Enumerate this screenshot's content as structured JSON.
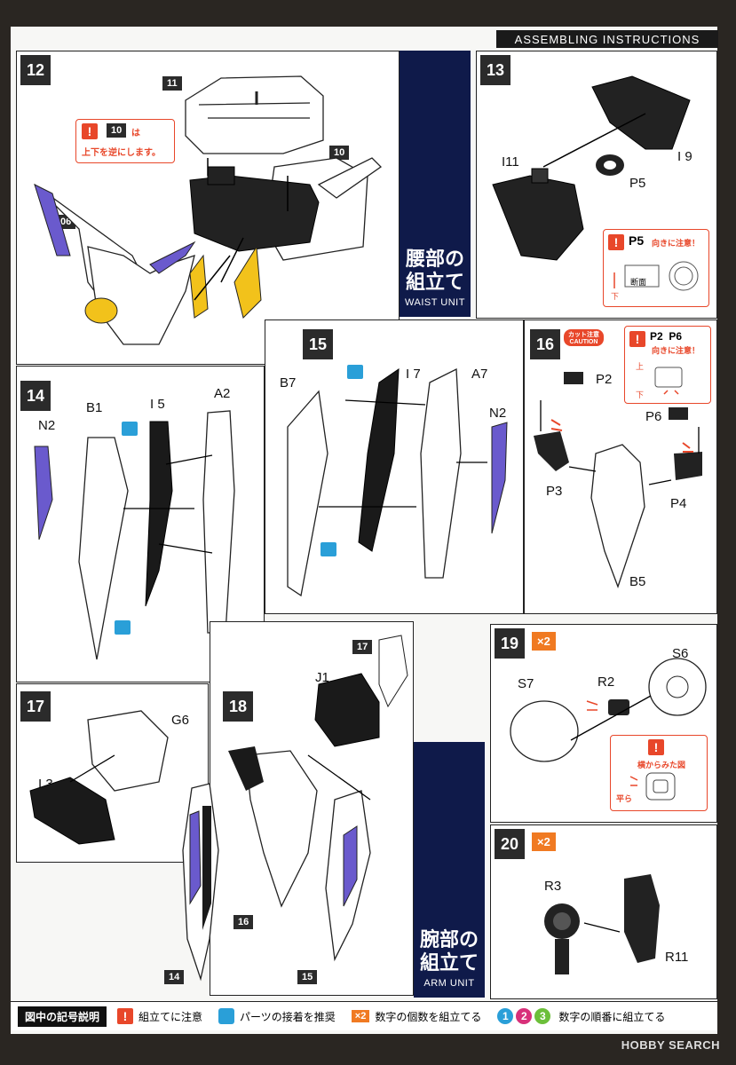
{
  "header": "ASSEMBLING INSTRUCTIONS",
  "steps": {
    "s12": {
      "num": "12",
      "parts": {
        "p11": "11",
        "p10": "10",
        "p06": "06"
      },
      "note_num": "10",
      "note_suffix": "は",
      "note_text": "上下を逆にします。"
    },
    "s13": {
      "num": "13",
      "labels": {
        "i11": "I11",
        "i9": "I 9",
        "p5": "P5"
      },
      "caution_part": "P5",
      "caution_text": "向きに注意！",
      "cut_label": "断面",
      "dir_down": "下"
    },
    "s14": {
      "num": "14",
      "labels": {
        "n2": "N2",
        "b1": "B1",
        "i5": "I 5",
        "a2": "A2"
      }
    },
    "s15": {
      "num": "15",
      "labels": {
        "b7": "B7",
        "i7": "I 7",
        "a7": "A7",
        "n2": "N2"
      }
    },
    "s16": {
      "num": "16",
      "cut_caution_jp": "カット注意",
      "cut_caution_en": "CAUTION",
      "caution_parts": "P2  P6",
      "caution_text": "向きに注意！",
      "up": "上",
      "down": "下",
      "labels": {
        "p2": "P2",
        "p6": "P6",
        "p3": "P3",
        "p4": "P4",
        "b5": "B5"
      }
    },
    "s17": {
      "num": "17",
      "labels": {
        "i3": "I 3",
        "g6": "G6"
      }
    },
    "s18": {
      "num": "18",
      "labels": {
        "j1": "J1"
      },
      "parts": {
        "p17": "17",
        "p16": "16",
        "p14": "14",
        "p15": "15"
      }
    },
    "s19": {
      "num": "19",
      "multiplier": "×2",
      "labels": {
        "s7": "S7",
        "r2": "R2",
        "s6": "S6"
      },
      "note_text": "横からみた図",
      "flat": "平ら"
    },
    "s20": {
      "num": "20",
      "multiplier": "×2",
      "labels": {
        "r3": "R3",
        "r11": "R11"
      }
    }
  },
  "sidebars": {
    "waist": {
      "jp_line1": "腰部の",
      "jp_line2": "組立て",
      "en": "WAIST UNIT"
    },
    "arm": {
      "jp_line1": "腕部の",
      "jp_line2": "組立て",
      "en": "ARM UNIT"
    }
  },
  "legend": {
    "title": "図中の記号説明",
    "caution": "組立てに注意",
    "glue": "パーツの接着を推奨",
    "multiplier_icon": "×2",
    "multiplier": "数字の個数を組立てる",
    "order_icons": [
      "1",
      "2",
      "3"
    ],
    "order": "数字の順番に組立てる"
  },
  "watermark": "HOBBY SEARCH",
  "colors": {
    "accent_red": "#e8472a",
    "accent_orange": "#f07a22",
    "navy": "#0f1a4a",
    "purple": "#6a5acd",
    "yellow": "#f2c21b",
    "blue": "#2a9fd8"
  }
}
